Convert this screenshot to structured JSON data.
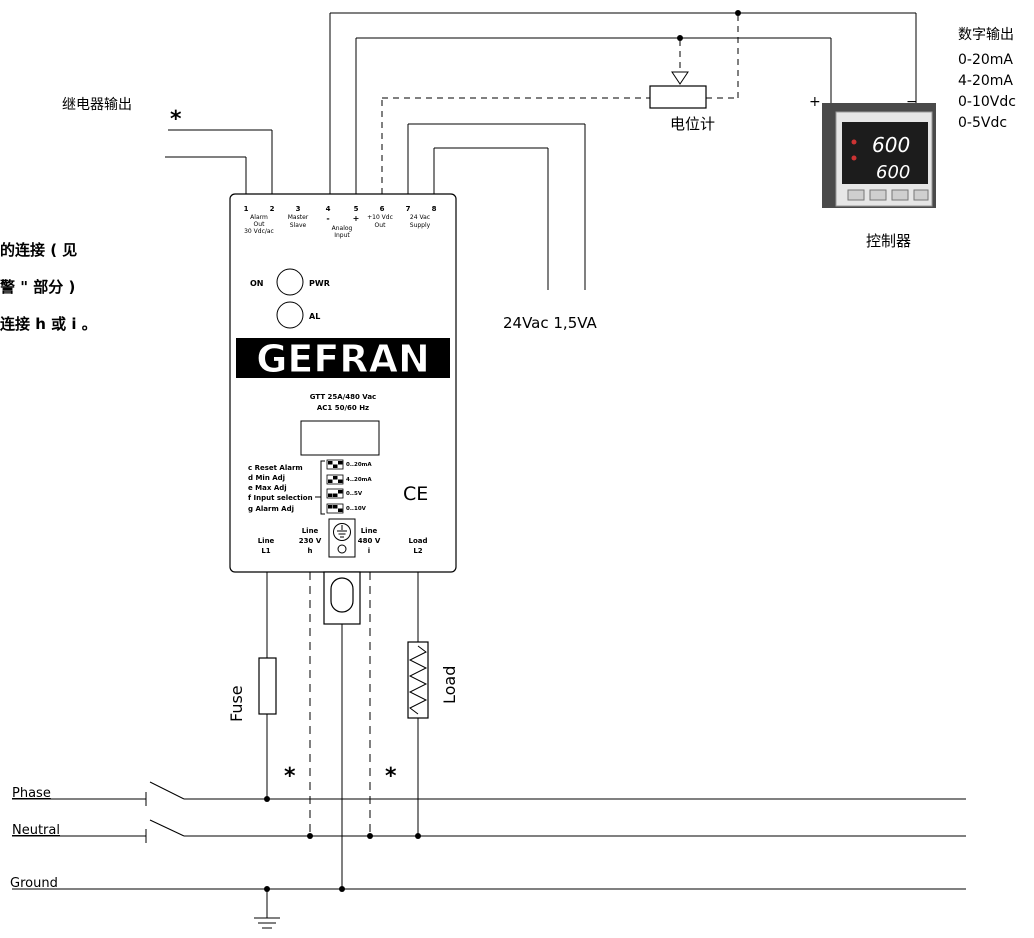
{
  "labels": {
    "relay_output": "继电器输出",
    "star": "*",
    "digital_output": "数字输出",
    "ranges": [
      "0-20mA",
      "4-20mA",
      "0-10Vdc",
      "0-5Vdc"
    ],
    "plus": "+",
    "minus": "−",
    "potentiometer": "电位计",
    "controller": "控制器",
    "supply": "24Vac 1,5VA",
    "side_note": [
      "的连接 ( 见",
      "警 \" 部分 )",
      "连接 h 或 i 。"
    ],
    "fuse": "Fuse",
    "load": "Load",
    "phase": "Phase",
    "neutral": "Neutral",
    "ground": "Ground"
  },
  "module": {
    "terminals": [
      "1",
      "2",
      "3",
      "4",
      "5",
      "6",
      "7",
      "8"
    ],
    "alarm_out": [
      "Alarm",
      "Out",
      "30 Vdc/ac"
    ],
    "master_slave": [
      "Master",
      "Slave"
    ],
    "analog_sign": [
      "-",
      "+"
    ],
    "analog_input": [
      "Analog",
      "Input"
    ],
    "ref_out": [
      "+10 Vdc",
      "Out"
    ],
    "supply_in": [
      "24 Vac",
      "Supply"
    ],
    "on": "ON",
    "pwr": "PWR",
    "al": "AL",
    "brand": "GEFRAN",
    "model_1": "GTT 25A/480 Vac",
    "model_2": "AC1 50/60 Hz",
    "adjust": [
      "c Reset Alarm",
      "d Min Adj",
      "e Max Adj",
      "f Input selection",
      "g Alarm Adj"
    ],
    "dip_labels": [
      "0..20mA",
      "4..20mA",
      "0..5V",
      "0..10V"
    ],
    "ce": "CE",
    "bottom_terminals": [
      {
        "l1": "Line",
        "l2": "L1"
      },
      {
        "l1": "Line",
        "l2": "230 V",
        "l3": "h"
      },
      {
        "l1": "Line",
        "l2": "480 V",
        "l3": "i"
      },
      {
        "l1": "Load",
        "l2": "L2"
      }
    ]
  },
  "controller_display": [
    "600",
    "600"
  ]
}
